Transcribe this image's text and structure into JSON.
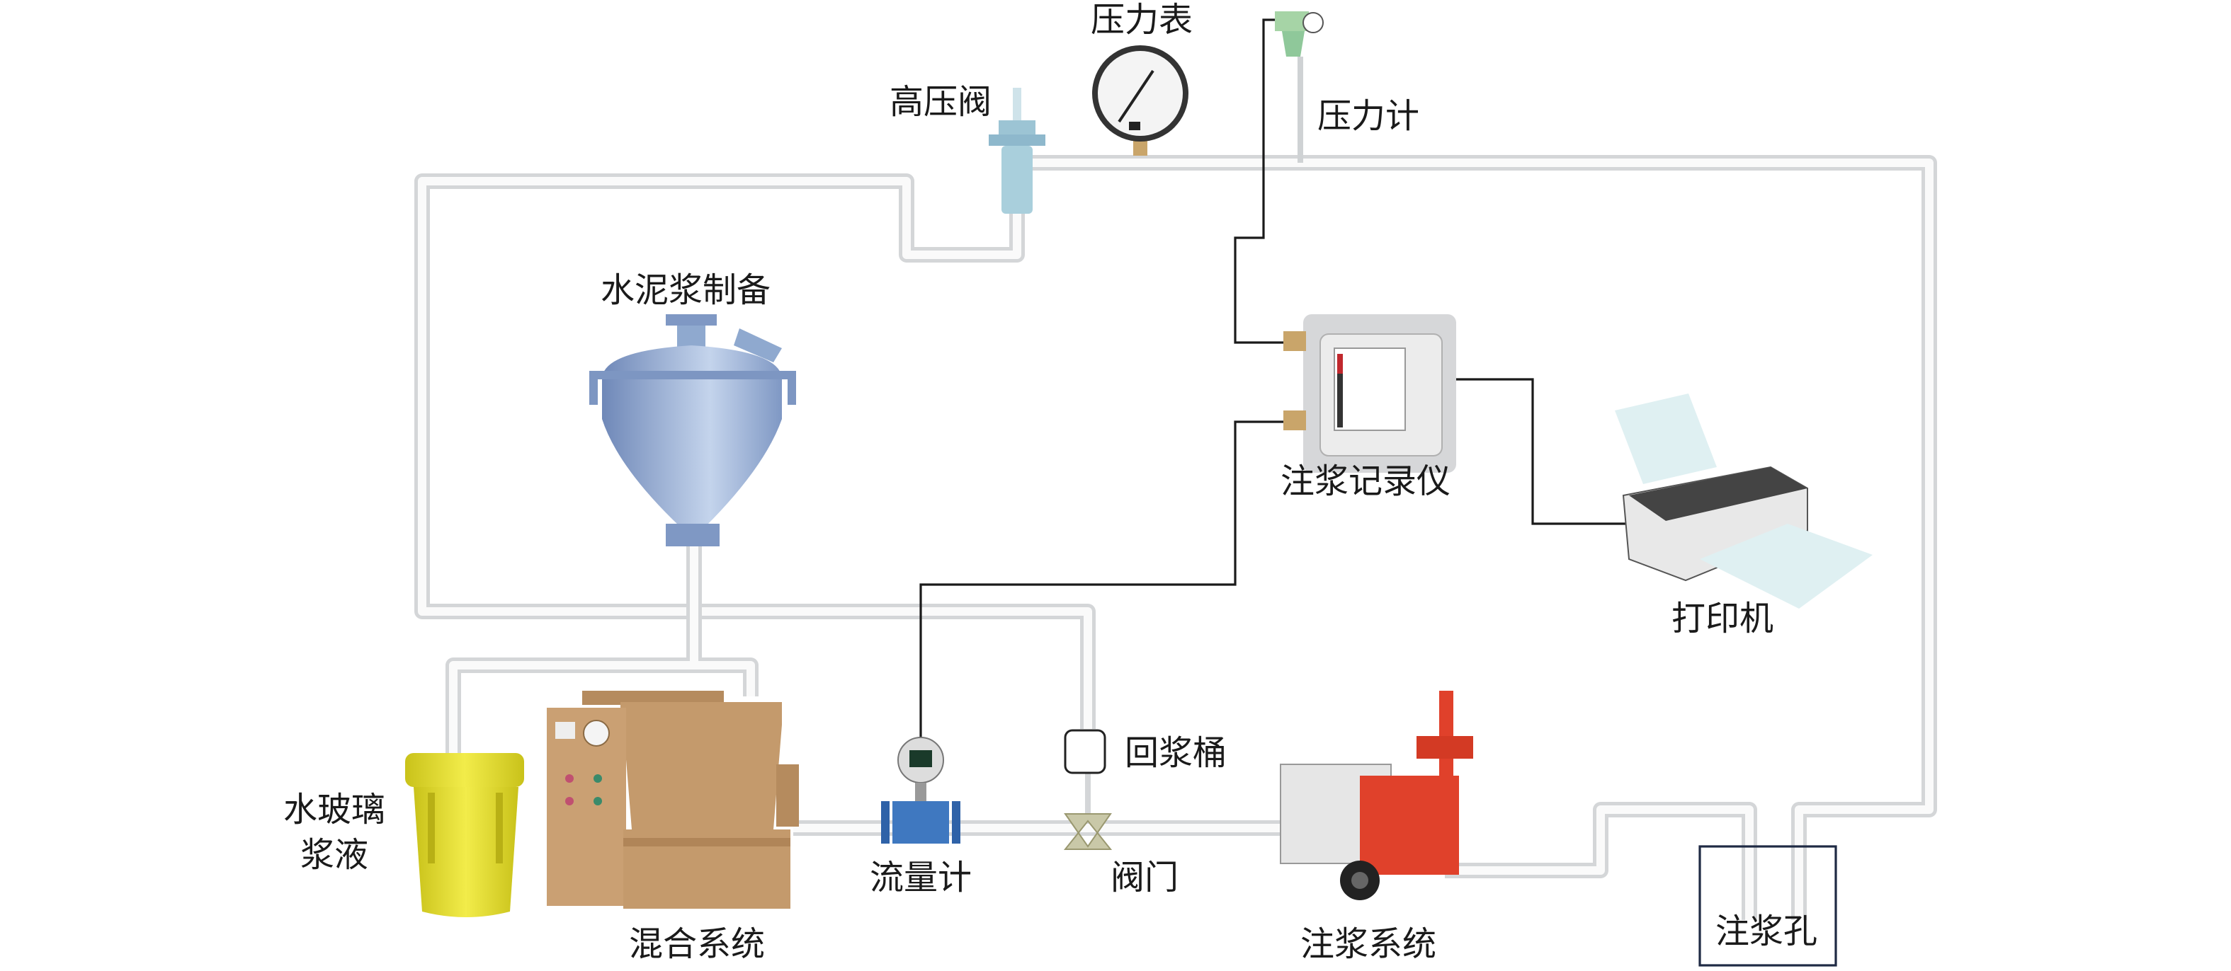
{
  "labels": {
    "pressure_gauge": "压力表",
    "high_pressure_valve": "高压阀",
    "pressure_meter": "压力计",
    "cement_slurry_prep": "水泥浆制备",
    "grouting_recorder": "注浆记录仪",
    "printer": "打印机",
    "water_glass_line1": "水玻璃",
    "water_glass_line2": "浆液",
    "mixing_system": "混合系统",
    "flow_meter": "流量计",
    "return_bucket": "回浆桶",
    "valve": "阀门",
    "grouting_system": "注浆系统",
    "grout_hole": "注浆孔"
  },
  "colors": {
    "pipe": "#d4d6d8",
    "wire": "#1a1a1a",
    "hopper": "#8fa9cf",
    "mixer": "#c49a6c",
    "water_glass_tank": "#e3dc2a",
    "pump": "#e0412b",
    "flow_meter": "#3f78c0"
  }
}
